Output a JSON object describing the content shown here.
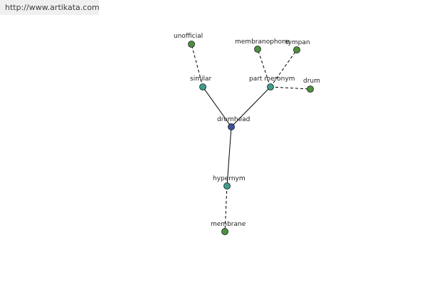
{
  "watermark": {
    "url": "http://www.artikata.com"
  },
  "colors": {
    "center_node": "#3f4f9c",
    "relation_node": "#3f9c8e",
    "leaf_node": "#4c9140",
    "edge": "#000000"
  },
  "graph": {
    "nodes": [
      {
        "id": "drumhead",
        "label": "drumhead",
        "kind": "center"
      },
      {
        "id": "similar",
        "label": "similar",
        "kind": "relation"
      },
      {
        "id": "part_meronym",
        "label": "part meronym",
        "kind": "relation"
      },
      {
        "id": "hypernym",
        "label": "hypernym",
        "kind": "relation"
      },
      {
        "id": "unofficial",
        "label": "unofficial",
        "kind": "leaf"
      },
      {
        "id": "membranophone",
        "label": "membranophone",
        "kind": "leaf"
      },
      {
        "id": "tympan",
        "label": "tympan",
        "kind": "leaf"
      },
      {
        "id": "drum",
        "label": "drum",
        "kind": "leaf"
      },
      {
        "id": "membrane",
        "label": "membrane",
        "kind": "leaf"
      }
    ],
    "edges": [
      {
        "from": "drumhead",
        "to": "similar",
        "style": "solid"
      },
      {
        "from": "drumhead",
        "to": "part_meronym",
        "style": "solid"
      },
      {
        "from": "drumhead",
        "to": "hypernym",
        "style": "solid"
      },
      {
        "from": "similar",
        "to": "unofficial",
        "style": "dashed"
      },
      {
        "from": "part_meronym",
        "to": "membranophone",
        "style": "dashed"
      },
      {
        "from": "part_meronym",
        "to": "tympan",
        "style": "dashed"
      },
      {
        "from": "part_meronym",
        "to": "drum",
        "style": "dashed"
      },
      {
        "from": "hypernym",
        "to": "membrane",
        "style": "dashed"
      }
    ]
  }
}
